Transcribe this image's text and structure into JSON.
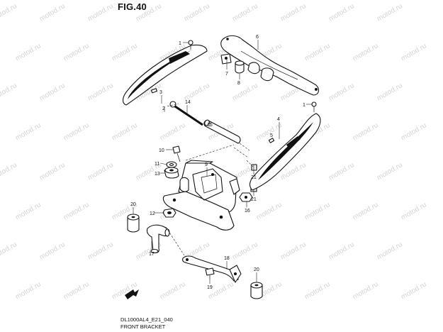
{
  "figure": {
    "title": "FIG.40",
    "code": "DL1000AL4_E21_040",
    "caption": "FRONT BRACKET"
  },
  "watermark": "motod.ru",
  "part_numbers": {
    "p1a": "1",
    "p1b": "1",
    "p2": "2",
    "p3": "3",
    "p4": "4",
    "p5": "5",
    "p6": "6",
    "p7": "7",
    "p8": "8",
    "p9": "9",
    "p10": "10",
    "p11": "11",
    "p12": "12",
    "p13": "13",
    "p14": "14",
    "p15": "15",
    "p16": "16",
    "p17": "17",
    "p18": "18",
    "p19": "19",
    "p20a": "20",
    "p20b": "20",
    "p21a": "21",
    "p21b": "21"
  },
  "colors": {
    "ink": "#111111",
    "watermark": "#d4d4d4"
  }
}
